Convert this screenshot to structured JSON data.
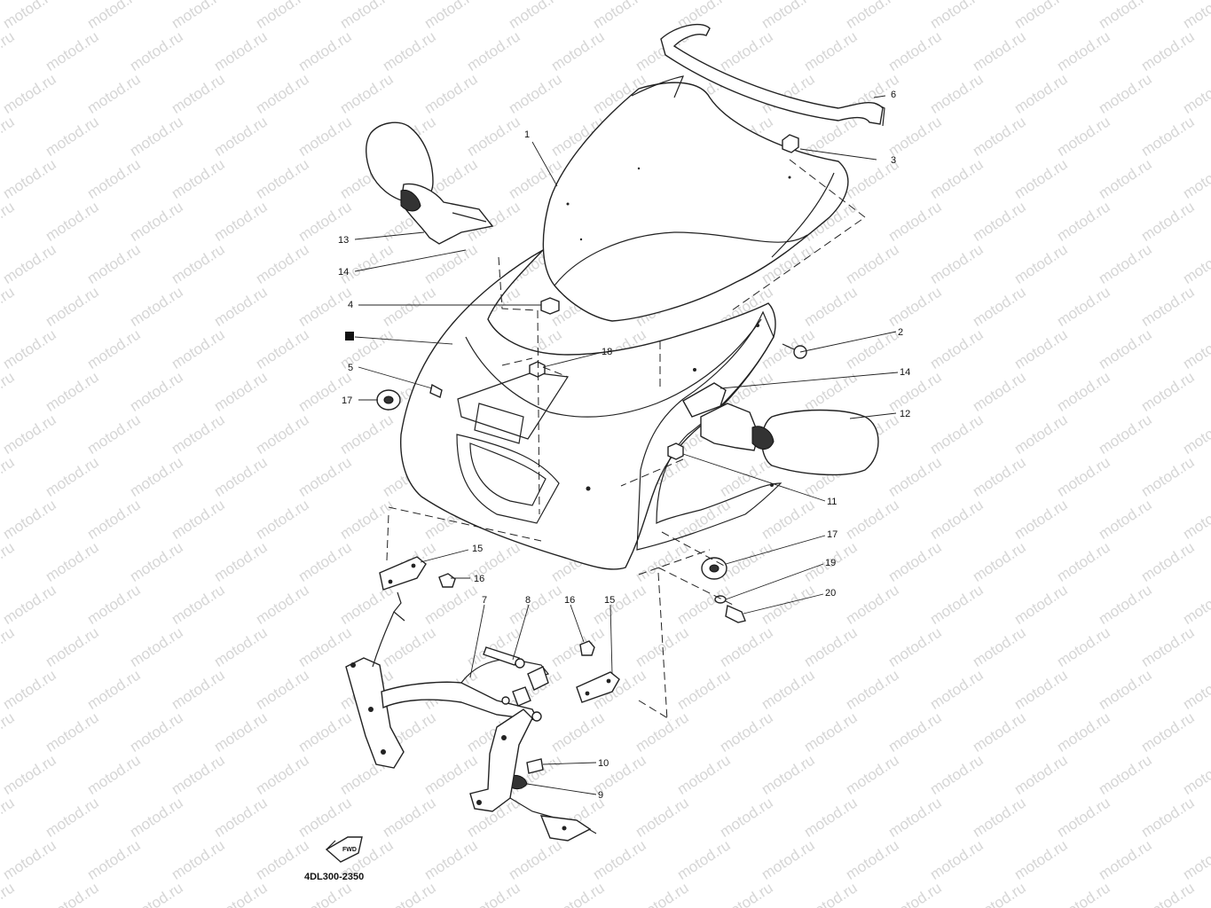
{
  "watermark_text": "motod.ru",
  "diagram_code": "4DL300-2350",
  "fwd_label": "FWD",
  "callouts": [
    {
      "id": "c1",
      "label": "1"
    },
    {
      "id": "c6",
      "label": "6"
    },
    {
      "id": "c3",
      "label": "3"
    },
    {
      "id": "c13",
      "label": "13"
    },
    {
      "id": "c14a",
      "label": "14"
    },
    {
      "id": "c4",
      "label": "4"
    },
    {
      "id": "c2",
      "label": "2"
    },
    {
      "id": "c18",
      "label": "18"
    },
    {
      "id": "c14b",
      "label": "14"
    },
    {
      "id": "c5",
      "label": "5"
    },
    {
      "id": "c17a",
      "label": "17"
    },
    {
      "id": "c12",
      "label": "12"
    },
    {
      "id": "c11",
      "label": "11"
    },
    {
      "id": "c17b",
      "label": "17"
    },
    {
      "id": "c15a",
      "label": "15"
    },
    {
      "id": "c16a",
      "label": "16"
    },
    {
      "id": "c19",
      "label": "19"
    },
    {
      "id": "c20",
      "label": "20"
    },
    {
      "id": "c7",
      "label": "7"
    },
    {
      "id": "c8",
      "label": "8"
    },
    {
      "id": "c16b",
      "label": "16"
    },
    {
      "id": "c15b",
      "label": "15"
    },
    {
      "id": "c10",
      "label": "10"
    },
    {
      "id": "c9",
      "label": "9"
    }
  ]
}
